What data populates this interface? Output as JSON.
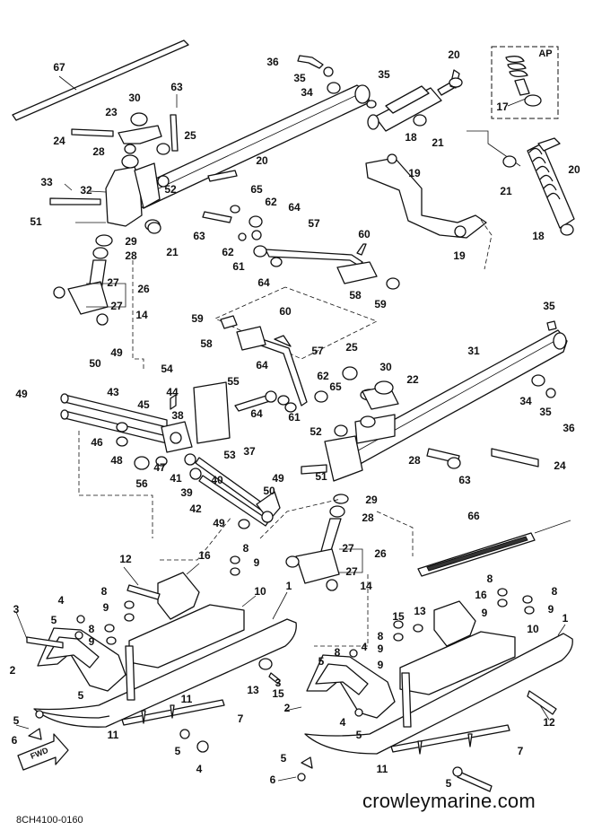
{
  "diagram": {
    "code": "8CH4100-0160",
    "site_mark": "crowleymarine.com",
    "fwd_label": "FWD",
    "inset_label": "AP",
    "callouts": [
      {
        "id": "c67",
        "t": "67"
      },
      {
        "id": "c36a",
        "t": "36"
      },
      {
        "id": "c20a",
        "t": "20"
      },
      {
        "id": "c35a",
        "t": "35"
      },
      {
        "id": "c34a",
        "t": "34"
      },
      {
        "id": "c35b",
        "t": "35"
      },
      {
        "id": "c63a",
        "t": "63"
      },
      {
        "id": "c30a",
        "t": "30"
      },
      {
        "id": "c23",
        "t": "23"
      },
      {
        "id": "c25a",
        "t": "25"
      },
      {
        "id": "c24a",
        "t": "24"
      },
      {
        "id": "c18a",
        "t": "18"
      },
      {
        "id": "c21a",
        "t": "21"
      },
      {
        "id": "c28a",
        "t": "28"
      },
      {
        "id": "c20b",
        "t": "20"
      },
      {
        "id": "c33",
        "t": "33"
      },
      {
        "id": "c32",
        "t": "32"
      },
      {
        "id": "c52a",
        "t": "52"
      },
      {
        "id": "c19a",
        "t": "19"
      },
      {
        "id": "c65a",
        "t": "65"
      },
      {
        "id": "c62a",
        "t": "62"
      },
      {
        "id": "c64a",
        "t": "64"
      },
      {
        "id": "c51a",
        "t": "51"
      },
      {
        "id": "c29a",
        "t": "29"
      },
      {
        "id": "c63b",
        "t": "63"
      },
      {
        "id": "c21b",
        "t": "21"
      },
      {
        "id": "c62b",
        "t": "62"
      },
      {
        "id": "c57a",
        "t": "57"
      },
      {
        "id": "c28b",
        "t": "28"
      },
      {
        "id": "c61a",
        "t": "61"
      },
      {
        "id": "c60a",
        "t": "60"
      },
      {
        "id": "c19b",
        "t": "19"
      },
      {
        "id": "c27a",
        "t": "27"
      },
      {
        "id": "c26a",
        "t": "26"
      },
      {
        "id": "c64b",
        "t": "64"
      },
      {
        "id": "c58a",
        "t": "58"
      },
      {
        "id": "c59a",
        "t": "59"
      },
      {
        "id": "c27b",
        "t": "27"
      },
      {
        "id": "c17",
        "t": "17"
      },
      {
        "id": "c20c",
        "t": "20"
      },
      {
        "id": "c21c",
        "t": "21"
      },
      {
        "id": "c18b",
        "t": "18"
      },
      {
        "id": "c14a",
        "t": "14"
      },
      {
        "id": "c35c",
        "t": "35"
      },
      {
        "id": "c59b",
        "t": "59"
      },
      {
        "id": "c60b",
        "t": "60"
      },
      {
        "id": "c58b",
        "t": "58"
      },
      {
        "id": "c57b",
        "t": "57"
      },
      {
        "id": "c49a",
        "t": "49"
      },
      {
        "id": "c25b",
        "t": "25"
      },
      {
        "id": "c31",
        "t": "31"
      },
      {
        "id": "c50a",
        "t": "50"
      },
      {
        "id": "c54",
        "t": "54"
      },
      {
        "id": "c64c",
        "t": "64"
      },
      {
        "id": "c62c",
        "t": "62"
      },
      {
        "id": "c30b",
        "t": "30"
      },
      {
        "id": "c22",
        "t": "22"
      },
      {
        "id": "c43",
        "t": "43"
      },
      {
        "id": "c55",
        "t": "55"
      },
      {
        "id": "c65b",
        "t": "65"
      },
      {
        "id": "c34b",
        "t": "34"
      },
      {
        "id": "c49b",
        "t": "49"
      },
      {
        "id": "c45",
        "t": "45"
      },
      {
        "id": "c44",
        "t": "44"
      },
      {
        "id": "c64d",
        "t": "64"
      },
      {
        "id": "c61b",
        "t": "61"
      },
      {
        "id": "c35d",
        "t": "35"
      },
      {
        "id": "c38",
        "t": "38"
      },
      {
        "id": "c52b",
        "t": "52"
      },
      {
        "id": "c36b",
        "t": "36"
      },
      {
        "id": "c46",
        "t": "46"
      },
      {
        "id": "c48",
        "t": "48"
      },
      {
        "id": "c47",
        "t": "47"
      },
      {
        "id": "c41",
        "t": "41"
      },
      {
        "id": "c53",
        "t": "53"
      },
      {
        "id": "c37",
        "t": "37"
      },
      {
        "id": "c28c",
        "t": "28"
      },
      {
        "id": "c24b",
        "t": "24"
      },
      {
        "id": "c56",
        "t": "56"
      },
      {
        "id": "c51b",
        "t": "51"
      },
      {
        "id": "c63c",
        "t": "63"
      },
      {
        "id": "c39",
        "t": "39"
      },
      {
        "id": "c40",
        "t": "40"
      },
      {
        "id": "c49c",
        "t": "49"
      },
      {
        "id": "c50b",
        "t": "50"
      },
      {
        "id": "c29b",
        "t": "29"
      },
      {
        "id": "c42",
        "t": "42"
      },
      {
        "id": "c28d",
        "t": "28"
      },
      {
        "id": "c49d",
        "t": "49"
      },
      {
        "id": "c66",
        "t": "66"
      },
      {
        "id": "c8a",
        "t": "8"
      },
      {
        "id": "c9a",
        "t": "9"
      },
      {
        "id": "c12a",
        "t": "12"
      },
      {
        "id": "c16a",
        "t": "16"
      },
      {
        "id": "c27c",
        "t": "27"
      },
      {
        "id": "c26b",
        "t": "26"
      },
      {
        "id": "c27d",
        "t": "27"
      },
      {
        "id": "c1a",
        "t": "1"
      },
      {
        "id": "c8b",
        "t": "8"
      },
      {
        "id": "c10a",
        "t": "10"
      },
      {
        "id": "c14b",
        "t": "14"
      },
      {
        "id": "c8c",
        "t": "8"
      },
      {
        "id": "c16b",
        "t": "16"
      },
      {
        "id": "c8d",
        "t": "8"
      },
      {
        "id": "c4a",
        "t": "4"
      },
      {
        "id": "c9b",
        "t": "9"
      },
      {
        "id": "c9c",
        "t": "9"
      },
      {
        "id": "c3a",
        "t": "3"
      },
      {
        "id": "c5a",
        "t": "5"
      },
      {
        "id": "c8e",
        "t": "8"
      },
      {
        "id": "c9d",
        "t": "9"
      },
      {
        "id": "c15a",
        "t": "15"
      },
      {
        "id": "c13a",
        "t": "13"
      },
      {
        "id": "c9e",
        "t": "9"
      },
      {
        "id": "c1b",
        "t": "1"
      },
      {
        "id": "c10b",
        "t": "10"
      },
      {
        "id": "c2a",
        "t": "2"
      },
      {
        "id": "c5b",
        "t": "5"
      },
      {
        "id": "c8f",
        "t": "8"
      },
      {
        "id": "c8g",
        "t": "8"
      },
      {
        "id": "c9f",
        "t": "9"
      },
      {
        "id": "c4b",
        "t": "4"
      },
      {
        "id": "c9g",
        "t": "9"
      },
      {
        "id": "c13b",
        "t": "13"
      },
      {
        "id": "c15b",
        "t": "15"
      },
      {
        "id": "c5c",
        "t": "5"
      },
      {
        "id": "c11a",
        "t": "11"
      },
      {
        "id": "c3b",
        "t": "3"
      },
      {
        "id": "c2b",
        "t": "2"
      },
      {
        "id": "c7a",
        "t": "7"
      },
      {
        "id": "c5d",
        "t": "5"
      },
      {
        "id": "c4c",
        "t": "4"
      },
      {
        "id": "c12b",
        "t": "12"
      },
      {
        "id": "c11b",
        "t": "11"
      },
      {
        "id": "c5e",
        "t": "5"
      },
      {
        "id": "c6a",
        "t": "6"
      },
      {
        "id": "c5f",
        "t": "5"
      },
      {
        "id": "c4d",
        "t": "4"
      },
      {
        "id": "c7b",
        "t": "7"
      },
      {
        "id": "c5g",
        "t": "5"
      },
      {
        "id": "c11c",
        "t": "11"
      },
      {
        "id": "c6b",
        "t": "6"
      },
      {
        "id": "c5h",
        "t": "5"
      }
    ]
  }
}
